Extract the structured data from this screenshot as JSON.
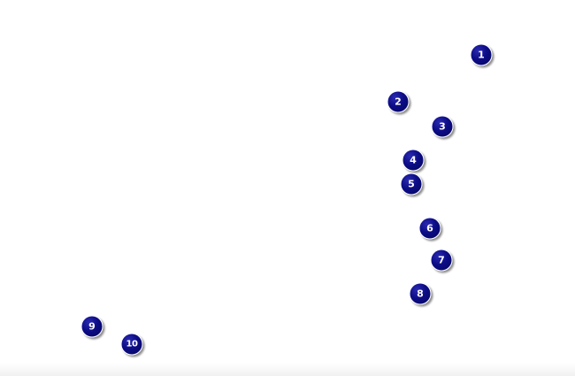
{
  "markers": [
    {
      "label": "1"
    },
    {
      "label": "2"
    },
    {
      "label": "3"
    },
    {
      "label": "4"
    },
    {
      "label": "5"
    },
    {
      "label": "6"
    },
    {
      "label": "7"
    },
    {
      "label": "8"
    },
    {
      "label": "9"
    },
    {
      "label": "10"
    }
  ],
  "colors": {
    "marker_fill": "#0c0c86",
    "marker_text": "#ffffff",
    "background": "#ffffff"
  }
}
